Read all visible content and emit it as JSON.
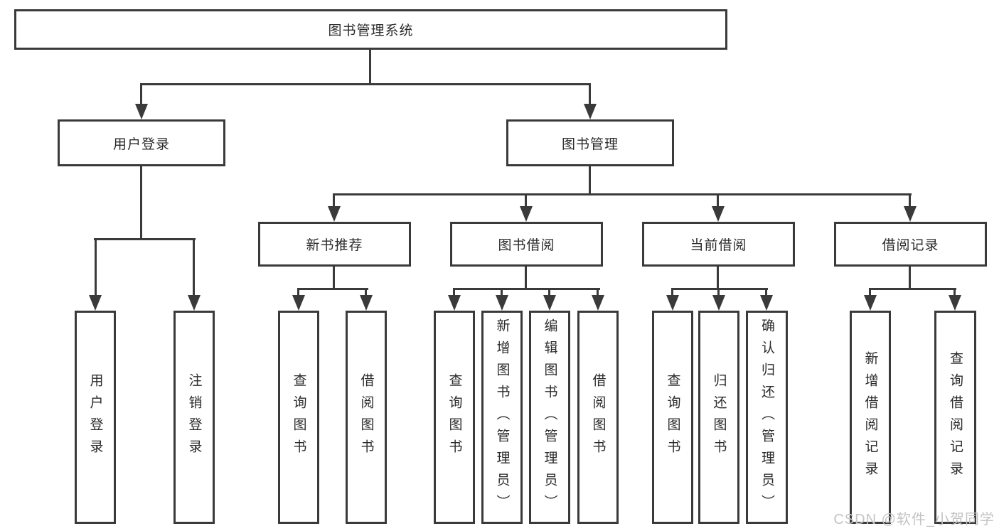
{
  "diagram": {
    "root_label": "图书管理系统",
    "user_login": {
      "label": "用户登录",
      "children": [
        "用户登录",
        "注销登录"
      ]
    },
    "book_mgmt": {
      "label": "图书管理",
      "sections": [
        {
          "label": "新书推荐",
          "children": [
            "查询图书",
            "借阅图书"
          ]
        },
        {
          "label": "图书借阅",
          "children": [
            "查询图书",
            "新增图书（管理员）",
            "编辑图书（管理员）",
            "借阅图书"
          ]
        },
        {
          "label": "当前借阅",
          "children": [
            "查询图书",
            "归还图书",
            "确认归还（管理员）"
          ]
        },
        {
          "label": "借阅记录",
          "children": [
            "新增借阅记录",
            "查询借阅记录"
          ]
        }
      ]
    }
  },
  "watermark": "CSDN @软件_小贺同学",
  "colors": {
    "line": "#3a3a3a",
    "text": "#2b2b2b",
    "watermark": "#c4c4c4",
    "background": "#ffffff"
  }
}
